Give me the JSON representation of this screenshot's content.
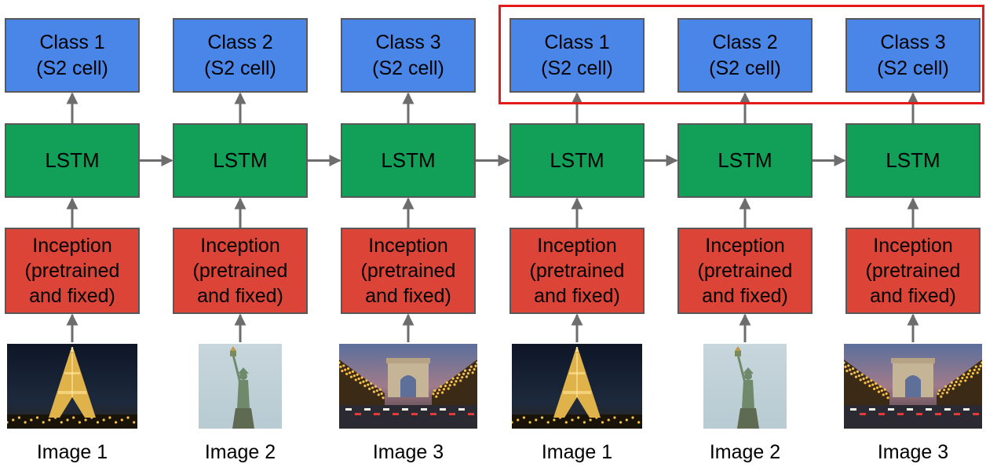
{
  "columns": [
    {
      "class_label": "Class 1\n(S2 cell)",
      "lstm_label": "LSTM",
      "inception_label": "Inception\n(pretrained\nand fixed)",
      "image_label": "Image 1",
      "scene": "eiffel"
    },
    {
      "class_label": "Class 2\n(S2 cell)",
      "lstm_label": "LSTM",
      "inception_label": "Inception\n(pretrained\nand fixed)",
      "image_label": "Image 2",
      "scene": "liberty"
    },
    {
      "class_label": "Class 3\n(S2 cell)",
      "lstm_label": "LSTM",
      "inception_label": "Inception\n(pretrained\nand fixed)",
      "image_label": "Image 3",
      "scene": "arc"
    },
    {
      "class_label": "Class 1\n(S2 cell)",
      "lstm_label": "LSTM",
      "inception_label": "Inception\n(pretrained\nand fixed)",
      "image_label": "Image 1",
      "scene": "eiffel"
    },
    {
      "class_label": "Class 2\n(S2 cell)",
      "lstm_label": "LSTM",
      "inception_label": "Inception\n(pretrained\nand fixed)",
      "image_label": "Image 2",
      "scene": "liberty"
    },
    {
      "class_label": "Class 3\n(S2 cell)",
      "lstm_label": "LSTM",
      "inception_label": "Inception\n(pretrained\nand fixed)",
      "image_label": "Image 3",
      "scene": "arc"
    }
  ],
  "colors": {
    "class_box": "#4a86e8",
    "lstm_box": "#12a058",
    "inception_box": "#db4437",
    "arrow": "#6d6d6d",
    "highlight": "#e31b1b"
  }
}
